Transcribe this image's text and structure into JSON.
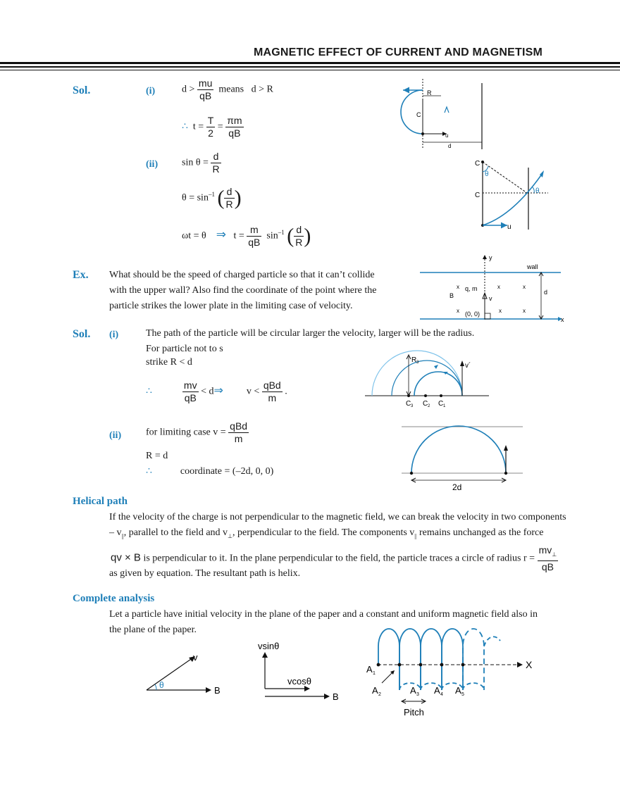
{
  "header": {
    "title": "MAGNETIC EFFECT  OF CURRENT AND MAGNETISM"
  },
  "sol1": {
    "label": "Sol.",
    "i": {
      "num": "(i)",
      "lhs": "d >",
      "frac_n": "mu",
      "frac_d": "qB",
      "mid": "means",
      "rhs": "d > R",
      "therefore": "∴",
      "t_eq": "t =",
      "f2n": "T",
      "f2d": "2",
      "eq": "=",
      "f3n": "πm",
      "f3d": "qB"
    },
    "ii": {
      "num": "(ii)",
      "sin_eq": "sin θ =",
      "f1n": "d",
      "f1d": "R",
      "theta_eq": "θ = sin",
      "inv": "–1",
      "f2n": "d",
      "f2d": "R",
      "wt": "ωt = θ",
      "implies": "⇒",
      "t_eq": "t =",
      "f3n": "m",
      "f3d": "qB",
      "sin": "sin",
      "f4n": "d",
      "f4d": "R"
    }
  },
  "diag1": {
    "R": "R",
    "C": "C",
    "u": "u",
    "d": "d"
  },
  "diag2": {
    "C1": "C",
    "theta1": "θ",
    "C2": "C",
    "theta2": "θ",
    "u": "u"
  },
  "ex": {
    "label": "Ex.",
    "text": "What should be the speed of charged particle so that it can’t collide with the upper wall? Also find the coordinate of the point where the particle strikes the lower plate in the limiting case of velocity."
  },
  "diag3": {
    "y": "y",
    "wall": "wall",
    "x_axis": "x",
    "cross": "x",
    "qm": "q, m",
    "B": "B",
    "v": "v",
    "d": "d",
    "origin": "(0, 0)"
  },
  "sol2": {
    "label": "Sol.",
    "i": {
      "num": "(i)",
      "line1": "The path of the particle will be circular larger the velocity, larger will be the radius.",
      "line2": "For particle not to s",
      "line3": "strike R < d",
      "therefore": "∴",
      "f1n": "mv",
      "f1d": "qB",
      "mid": "< d",
      "implies": "⇒",
      "v_lt": "v <",
      "f2n": "qBd",
      "f2d": "m",
      "dot": "."
    },
    "ii": {
      "num": "(ii)",
      "text": "for limiting case v =",
      "fn": "qBd",
      "fd": "m",
      "R_eq": "R = d",
      "therefore": "∴",
      "coord": "coordinate = (–2d, 0, 0)"
    }
  },
  "diag4": {
    "R3": "R",
    "R3sub": "3",
    "v": "v´",
    "C3": "C",
    "C3sub": "3",
    "C2": "C",
    "C2sub": "2",
    "C1": "C",
    "C1sub": "1"
  },
  "diag5": {
    "label": "2d"
  },
  "helical": {
    "title": "Helical path",
    "p1": "If the velocity of the charge is not perpendicular to the magnetic field, we can break the velocity in two components",
    "p2a": "–  v",
    "p2b": "||",
    "p2c": ", parallel to the field and v",
    "p2d": "⊥",
    "p2e": ", perpendicular to the field. The components v",
    "p2f": "||",
    "p2g": " remains unchanged as the force",
    "qvb": "qv × B",
    "p3": " is perpendicular to it. In the plane perpendicular to the field, the particle traces a circle of radius r =",
    "fn": "mv",
    "fnsub": "⊥",
    "fd": "qB",
    "p4": "as given by equation. The resultant path is helix."
  },
  "complete": {
    "title": "Complete  analysis",
    "p1": "Let a particle have initial velocity in the plane of the paper and a constant and uniform magnetic field  also  in",
    "p2": "the plane of the paper."
  },
  "diag6": {
    "v": "v",
    "theta": "θ",
    "B": "B"
  },
  "diag7": {
    "vsin": "vsinθ",
    "vcos": "vcosθ",
    "B": "B"
  },
  "diag8": {
    "A1": "A",
    "A1s": "1",
    "A2": "A",
    "A2s": "2",
    "A3": "A",
    "A3s": "3",
    "A4": "A",
    "A4s": "4",
    "A5": "A",
    "A5s": "5",
    "X": "X",
    "pitch": "Pitch"
  }
}
